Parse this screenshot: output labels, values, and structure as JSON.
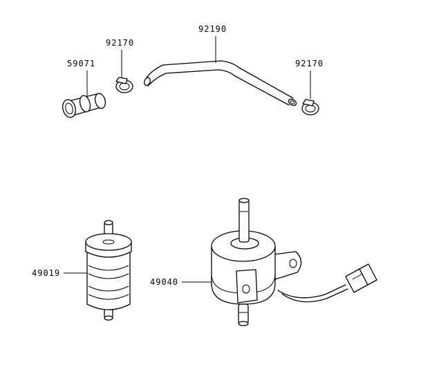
{
  "labels": {
    "p59071": "59071",
    "p92170_left": "92170",
    "p92190": "92190",
    "p92170_right": "92170",
    "p49019": "49019",
    "p49040": "49040"
  }
}
